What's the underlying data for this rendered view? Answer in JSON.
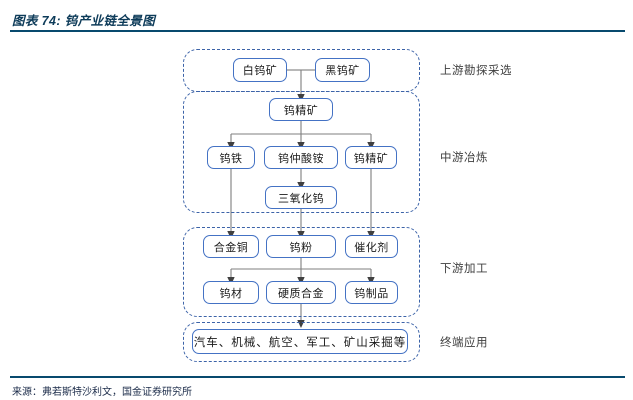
{
  "header": {
    "figure_title": "图表 74: 钨产业链全景图"
  },
  "footer": {
    "source": "来源：弗若斯特沙利文，国金证券研究所"
  },
  "colors": {
    "title": "#0d3b59",
    "rule": "#084a6e",
    "node_border": "#4472c4",
    "group_border": "#3c63a8",
    "connector": "#7f7f7f",
    "arrowhead": "#404040"
  },
  "stages": [
    {
      "id": "upstream",
      "label": "上游勘探采选"
    },
    {
      "id": "midstream",
      "label": "中游冶炼"
    },
    {
      "id": "downstream",
      "label": "下游加工"
    },
    {
      "id": "enduse",
      "label": "终端应用"
    }
  ],
  "nodes": {
    "scheelite": "白钨矿",
    "wolframite": "黑钨矿",
    "concentrate": "钨精矿",
    "ferrotungsten": "钨铁",
    "apt": "钨仲酸铵",
    "concentrate2": "钨精矿",
    "tungsten_oxide": "三氧化钨",
    "alloy_copper": "合金铜",
    "tungsten_powder": "钨粉",
    "catalyst": "催化剂",
    "tungsten_matl": "钨材",
    "cemented_carbide": "硬质合金",
    "tungsten_product": "钨制品",
    "applications": "汽车、机械、航空、军工、矿山采掘等"
  },
  "chart_data": {
    "type": "diagram",
    "title": "钨产业链全景图",
    "tiers": [
      {
        "stage": "上游勘探采选",
        "nodes": [
          "白钨矿",
          "黑钨矿"
        ]
      },
      {
        "stage": "中游冶炼",
        "nodes": [
          "钨精矿",
          "钨铁",
          "钨仲酸铵",
          "钨精矿",
          "三氧化钨"
        ]
      },
      {
        "stage": "下游加工",
        "nodes": [
          "合金铜",
          "钨粉",
          "催化剂",
          "钨材",
          "硬质合金",
          "钨制品"
        ]
      },
      {
        "stage": "终端应用",
        "nodes": [
          "汽车、机械、航空、军工、矿山采掘等"
        ]
      }
    ],
    "edges": [
      {
        "from": "白钨矿",
        "to": "钨精矿"
      },
      {
        "from": "黑钨矿",
        "to": "钨精矿"
      },
      {
        "from": "钨精矿",
        "to": "钨铁"
      },
      {
        "from": "钨精矿",
        "to": "钨仲酸铵"
      },
      {
        "from": "钨精矿",
        "to": "钨精矿(中游右)"
      },
      {
        "from": "钨仲酸铵",
        "to": "三氧化钨"
      },
      {
        "from": "钨铁",
        "to": "合金铜"
      },
      {
        "from": "钨仲酸铵",
        "to": "钨粉"
      },
      {
        "from": "钨精矿(中游右)",
        "to": "催化剂"
      },
      {
        "from": "钨粉",
        "to": "钨材"
      },
      {
        "from": "钨粉",
        "to": "硬质合金"
      },
      {
        "from": "钨粉",
        "to": "钨制品"
      },
      {
        "from": "硬质合金",
        "to": "汽车、机械、航空、军工、矿山采掘等"
      }
    ]
  }
}
